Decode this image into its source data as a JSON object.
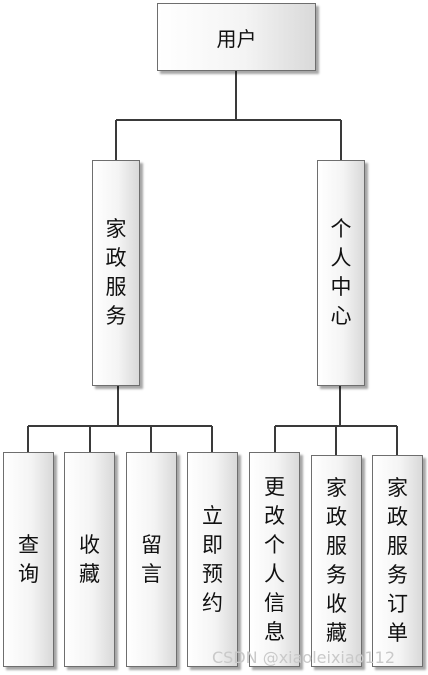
{
  "root": {
    "label": "用户"
  },
  "branches": [
    {
      "label": "家政服务",
      "children": [
        {
          "label": "查询"
        },
        {
          "label": "收藏"
        },
        {
          "label": "留言"
        },
        {
          "label": "立即预约"
        }
      ]
    },
    {
      "label": "个人中心",
      "children": [
        {
          "label": "更改个人信息"
        },
        {
          "label": "家政服务收藏"
        },
        {
          "label": "家政服务订单"
        }
      ]
    }
  ],
  "watermark": "CSDN @xiaoleixiao112"
}
